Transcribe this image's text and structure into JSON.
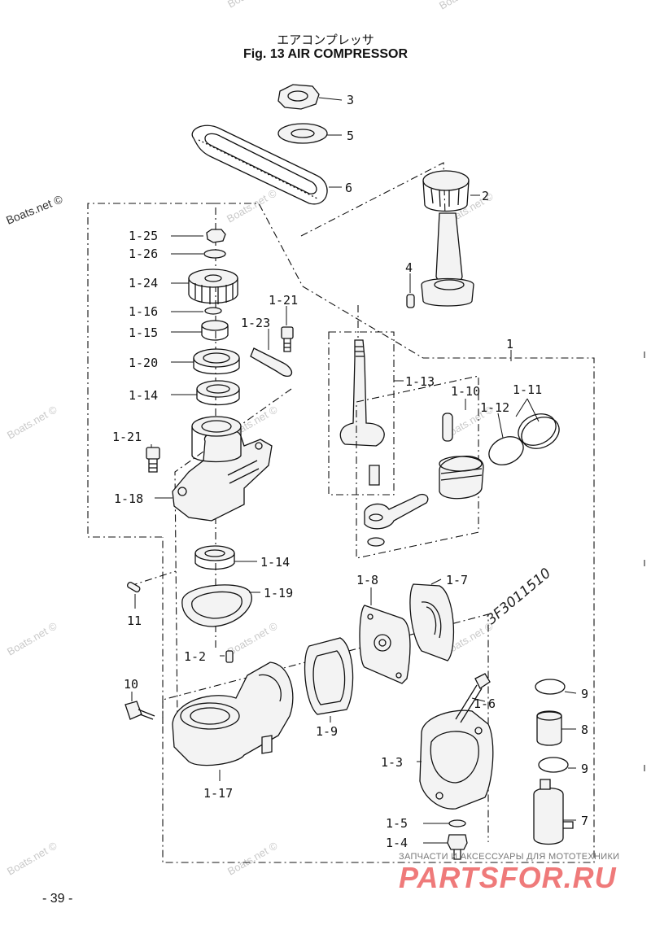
{
  "title": {
    "japanese": "エアコンプレッサ",
    "english": "Fig. 13   AIR COMPRESSOR"
  },
  "page_number": "- 39 -",
  "watermark": "Boats.net ©",
  "handwritten_note": "3F3011510",
  "footer": {
    "shop_tagline": "ЗАПЧАСТИ И АКСЕССУАРЫ ДЛЯ МОТОТЕХНИКИ",
    "shop_logo": "PARTSFOR.RU"
  },
  "callouts": {
    "c3": "3",
    "c5": "5",
    "c6": "6",
    "c2": "2",
    "c4": "4",
    "c1": "1",
    "c1_25": "1-25",
    "c1_26": "1-26",
    "c1_24": "1-24",
    "c1_16": "1-16",
    "c1_15": "1-15",
    "c1_20": "1-20",
    "c1_14a": "1-14",
    "c1_21a": "1-21",
    "c1_23": "1-23",
    "c1_21b": "1-21",
    "c1_18": "1-18",
    "c1_14b": "1-14",
    "c1_19": "1-19",
    "c11": "11",
    "c1_13": "1-13",
    "c1_10": "1-10",
    "c1_11": "1-11",
    "c1_12": "1-12",
    "c1_8": "1-8",
    "c1_7": "1-7",
    "c1_2": "1-2",
    "c10": "10",
    "c1_9": "1-9",
    "c1_6": "1-6",
    "c1_3": "1-3",
    "c1_17": "1-17",
    "c1_5": "1-5",
    "c1_4": "1-4",
    "c9a": "9",
    "c8": "8",
    "c9b": "9",
    "c7": "7"
  }
}
